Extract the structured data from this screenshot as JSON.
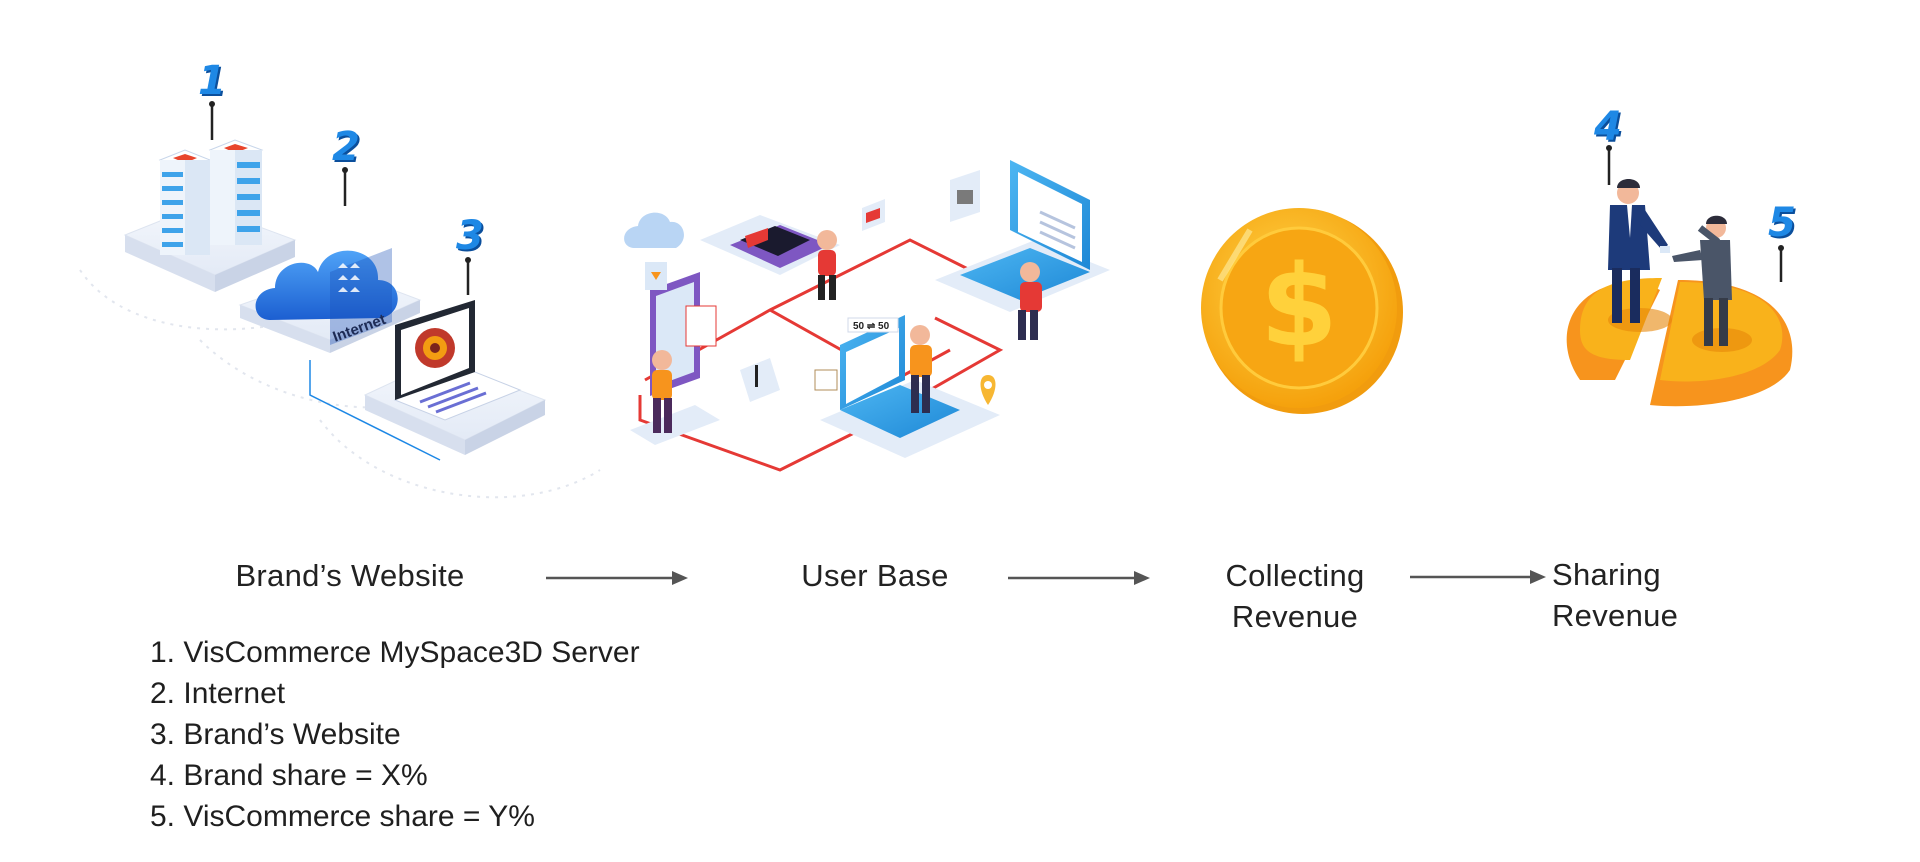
{
  "colors": {
    "accent_blue": "#1e88e5",
    "server_red": "#e8452c",
    "path_red": "#e53935",
    "coin_gold": "#f9b21b",
    "coin_dark": "#e6870a",
    "text": "#222222"
  },
  "markers": [
    "1",
    "2",
    "3",
    "4",
    "5"
  ],
  "steps": [
    {
      "label": "Brand’s Website",
      "icon": "server-cloud-laptop-icon"
    },
    {
      "label": "User Base",
      "icon": "user-network-icon"
    },
    {
      "label_line1": "Collecting",
      "label_line2": "Revenue",
      "icon": "dollar-coin-icon"
    },
    {
      "label_line1": "Sharing",
      "label_line2": "Revenue",
      "icon": "split-coin-handshake-icon"
    }
  ],
  "legend": [
    "1.  VisCommerce MySpace3D Server",
    "2. Internet",
    "3. Brand’s Website",
    "4. Brand share = X%",
    "5. VisCommerce share = Y%"
  ],
  "illustration_text": {
    "cloud_label": "Internet",
    "badge_text": "50 ⇌ 50"
  }
}
